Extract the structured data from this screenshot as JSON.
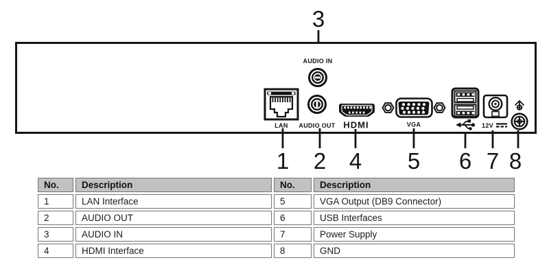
{
  "diagram": {
    "title": "device-rear-panel",
    "connectors": [
      {
        "id": "lan",
        "label": "LAN",
        "callout": "1",
        "icon": "rj45-lan-port-icon"
      },
      {
        "id": "audio_out",
        "label": "AUDIO OUT",
        "callout": "2",
        "icon": "rca-jack-icon"
      },
      {
        "id": "audio_in",
        "label": "AUDIO IN",
        "callout": "3",
        "icon": "rca-jack-icon"
      },
      {
        "id": "hdmi",
        "label": "HDMI",
        "callout": "4",
        "icon": "hdmi-port-icon"
      },
      {
        "id": "vga",
        "label": "VGA",
        "callout": "5",
        "icon": "vga-db15-port-icon"
      },
      {
        "id": "usb",
        "label": "",
        "callout": "6",
        "icon": "usb-dual-port-icon"
      },
      {
        "id": "power",
        "label": "12V",
        "callout": "7",
        "icon": "dc-power-jack-icon"
      },
      {
        "id": "gnd",
        "label": "",
        "callout": "8",
        "icon": "ground-screw-icon"
      }
    ],
    "symbols": [
      "usb-trident-icon",
      "dc-voltage-icon",
      "earth-ground-icon"
    ]
  },
  "colors": {
    "line": "#141414",
    "table_header_bg": "#c1c1c1",
    "table_border": "#737373"
  },
  "table": {
    "headers": [
      "No.",
      "Description",
      "No.",
      "Description"
    ],
    "rows": [
      {
        "no_left": "1",
        "desc_left": "LAN Interface",
        "no_right": "5",
        "desc_right": "VGA Output (DB9 Connector)"
      },
      {
        "no_left": "2",
        "desc_left": "AUDIO OUT",
        "no_right": "6",
        "desc_right": "USB Interfaces"
      },
      {
        "no_left": "3",
        "desc_left": "AUDIO IN",
        "no_right": "7",
        "desc_right": "Power Supply"
      },
      {
        "no_left": "4",
        "desc_left": "HDMI Interface",
        "no_right": "8",
        "desc_right": "GND"
      }
    ]
  }
}
